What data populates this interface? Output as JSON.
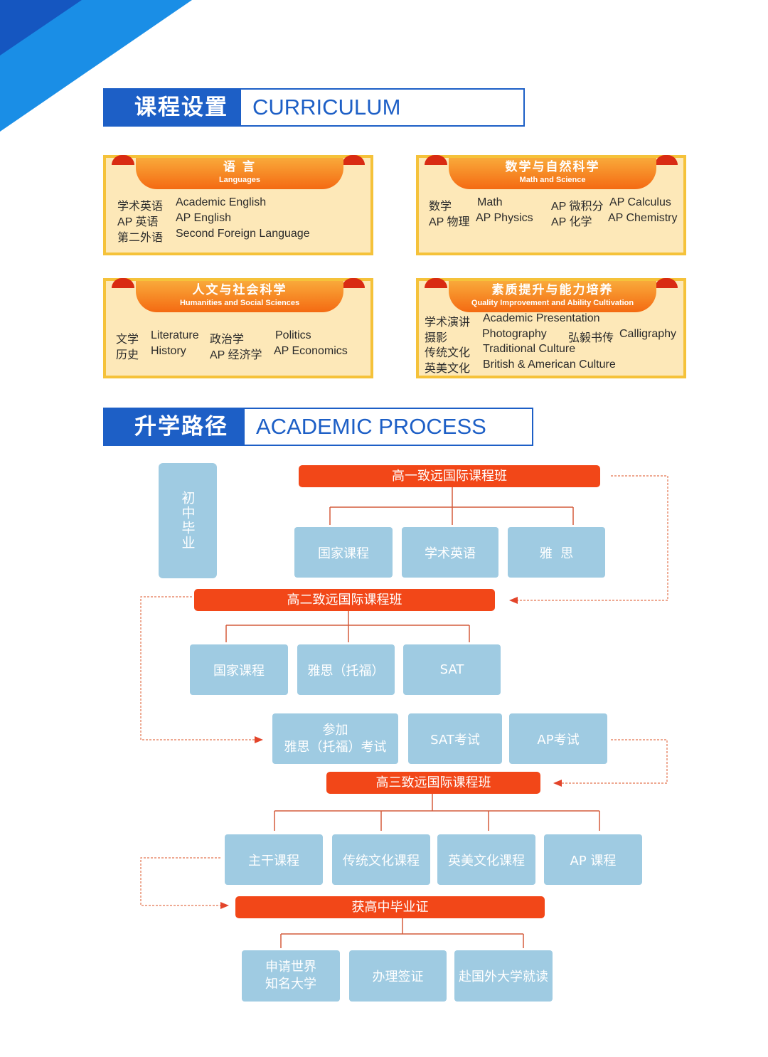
{
  "curriculum": {
    "zh": "课程设置",
    "en": "CURRICULUM"
  },
  "languages": {
    "title": "语 言",
    "subtitle": "Languages",
    "rows": [
      {
        "zh": "学术英语",
        "en": "Academic English"
      },
      {
        "zh": "AP 英语",
        "en": "AP English"
      },
      {
        "zh": "第二外语",
        "en": "Second Foreign Language"
      }
    ]
  },
  "math_science": {
    "title": "数学与自然科学",
    "subtitle": "Math and Science",
    "rows": [
      {
        "zh1": "数学",
        "en1": "Math",
        "zh2": "AP 微积分",
        "en2": "AP Calculus"
      },
      {
        "zh1": "AP 物理",
        "en1": "AP Physics",
        "zh2": "AP 化学",
        "en2": "AP Chemistry"
      }
    ]
  },
  "humanities": {
    "title": "人文与社会科学",
    "subtitle": "Humanities and Social Sciences",
    "rows": [
      {
        "zh1": "文学",
        "en1": "Literature",
        "zh2": "政治学",
        "en2": "Politics"
      },
      {
        "zh1": "历史",
        "en1": "History",
        "zh2": "AP 经济学",
        "en2": "AP Economics"
      }
    ]
  },
  "quality": {
    "title": "素质提升与能力培养",
    "subtitle": "Quality Improvement and Ability Cultivation",
    "rows": [
      {
        "zh": "学术演讲",
        "en": "Academic Presentation"
      },
      {
        "zh": "摄影",
        "en": "Photography",
        "zh2": "弘毅书传",
        "en2": "Calligraphy"
      },
      {
        "zh": "传统文化",
        "en": "Traditional Culture"
      },
      {
        "zh": "英美文化",
        "en": "British & American Culture"
      }
    ]
  },
  "process": {
    "zh": "升学路径",
    "en": "ACADEMIC PROCESS"
  },
  "flow": {
    "junior": "初中毕业",
    "g10": "高一致远国际课程班",
    "g10_items": [
      "国家课程",
      "学术英语",
      "雅  思"
    ],
    "g11": "高二致远国际课程班",
    "g11_items": [
      "国家课程",
      "雅思（托福）",
      "SAT"
    ],
    "exam_ielts_1": "参加",
    "exam_ielts_2": "雅思（托福）考试",
    "exam_sat": "SAT考试",
    "exam_ap": "AP考试",
    "g12": "高三致远国际课程班",
    "g12_items": [
      "主干课程",
      "传统文化课程",
      "英美文化课程",
      "AP 课程"
    ],
    "diploma": "获高中毕业证",
    "final_apply_1": "申请世界",
    "final_apply_2": "知名大学",
    "final_visa": "办理签证",
    "final_study": "赴国外大学就读"
  },
  "colors": {
    "blue": "#1d5fc6",
    "orange": "#f46a12",
    "red": "#f24718",
    "light_blue": "#9fcbe2",
    "cream": "#fde8b8"
  }
}
